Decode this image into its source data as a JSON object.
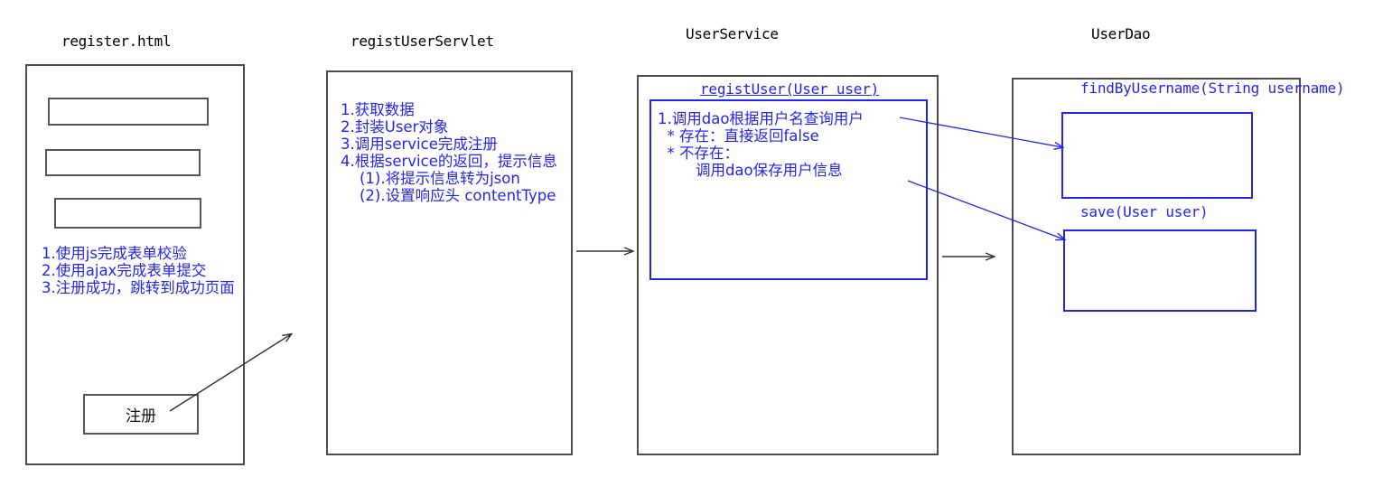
{
  "diagram": {
    "title": "User registration flow diagram",
    "colors": {
      "blue": "#2424f0",
      "outline": "#4d4d4d",
      "background": "#ffffff"
    },
    "panels": [
      {
        "id": "register-html",
        "title": "register.html",
        "notes": "1.使用js完成表单校验\n2.使用ajax完成表单提交\n3.注册成功，跳转到成功页面",
        "button_label": "注册",
        "inputs": [
          "",
          "",
          ""
        ]
      },
      {
        "id": "regist-user-servlet",
        "title": "registUserServlet",
        "notes": "1.获取数据\n2.封装User对象\n3.调用service完成注册\n4.根据service的返回，提示信息\n    (1).将提示信息转为json\n    (2).设置响应头 contentType"
      },
      {
        "id": "user-service",
        "title": "UserService",
        "method_signature": "registUser(User user)",
        "notes": "1.调用dao根据用户名查询用户\n  * 存在：直接返回false\n  * 不存在：\n        调用dao保存用户信息"
      },
      {
        "id": "user-dao",
        "title": "UserDao",
        "methods": [
          {
            "signature": "findByUsername(String username)",
            "body": ""
          },
          {
            "signature": "save(User user)",
            "body": ""
          }
        ]
      }
    ],
    "connectors": [
      {
        "id": "register-to-servlet",
        "from": "register-button",
        "to": "regist-user-servlet",
        "color": "#333333",
        "style": "solid-arrow"
      },
      {
        "id": "servlet-to-service",
        "from": "regist-user-servlet",
        "to": "user-service",
        "color": "#333333",
        "style": "solid-arrow"
      },
      {
        "id": "service-to-dao",
        "from": "user-service",
        "to": "user-dao",
        "color": "#333333",
        "style": "solid-arrow"
      },
      {
        "id": "service-query-to-findbyusername",
        "from": "user-service-note-line-1",
        "to": "findByUsername-box",
        "color": "#2424f0",
        "style": "solid-arrow"
      },
      {
        "id": "service-save-to-save",
        "from": "user-service-note-line-4",
        "to": "save-box",
        "color": "#2424f0",
        "style": "solid-arrow"
      }
    ]
  }
}
